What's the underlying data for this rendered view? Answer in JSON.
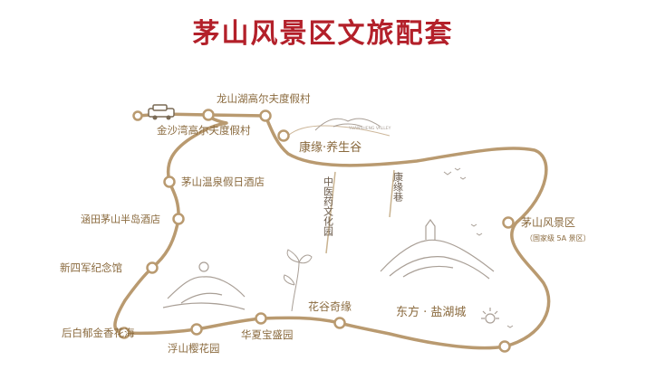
{
  "title": "茅山风景区文旅配套",
  "colors": {
    "accent": "#b3202a",
    "route": "#b99a70",
    "text": "#8a6a3e",
    "sketch": "#a99f96"
  },
  "icons": [
    "car-icon",
    "mountain-icon",
    "flower-sketch-icon",
    "sun-icon",
    "bird-icon",
    "pagoda-icon"
  ],
  "stops": [
    {
      "name": "龙山湖高尔夫度假村"
    },
    {
      "name": "金沙湾高尔夫度假村"
    },
    {
      "name": "茅山温泉假日酒店"
    },
    {
      "name": "涵田茅山半岛酒店"
    },
    {
      "name": "新四军纪念馆"
    },
    {
      "name": "后白郁金香花海"
    },
    {
      "name": "浮山樱花园"
    },
    {
      "name": "华夏宝盛园"
    },
    {
      "name": "花谷奇缘"
    },
    {
      "name": "茅山风景区",
      "note": "（国家级 5A 景区）"
    }
  ],
  "areas": {
    "kangyuan": "康缘·养生谷",
    "kangyuan_en": "YUANSHENG VALLEY",
    "road1": "中医药文化园",
    "road2": "康缘巷",
    "dongfang": "东方 · 盐湖城"
  }
}
